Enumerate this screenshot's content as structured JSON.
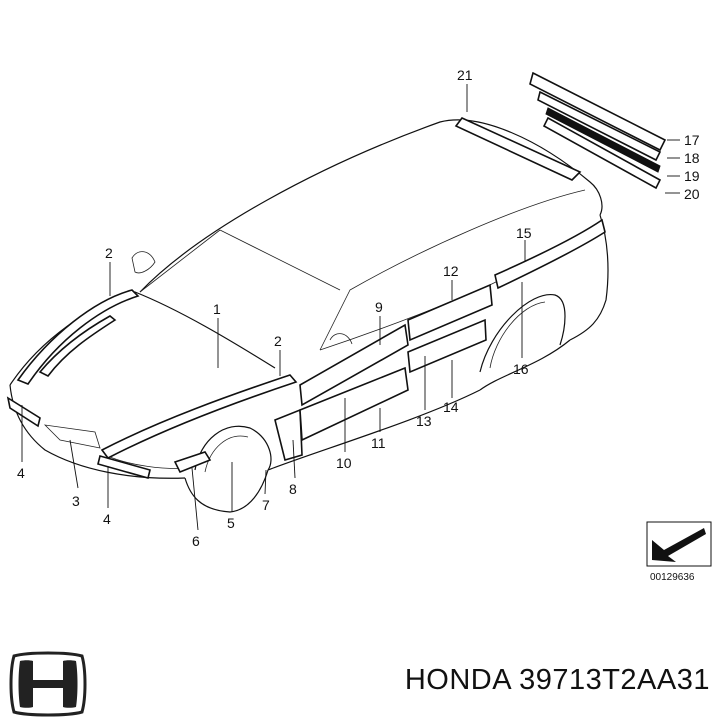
{
  "diagram": {
    "callouts": [
      "1",
      "2",
      "2",
      "3",
      "4",
      "4",
      "5",
      "6",
      "7",
      "8",
      "9",
      "10",
      "11",
      "12",
      "13",
      "14",
      "15",
      "16",
      "17",
      "18",
      "19",
      "20",
      "21"
    ],
    "reference_code": "00129636"
  },
  "caption": {
    "brand": "HONDA",
    "part_number": "39713T2AA31"
  },
  "colors": {
    "ink": "#111111",
    "background": "#ffffff"
  }
}
